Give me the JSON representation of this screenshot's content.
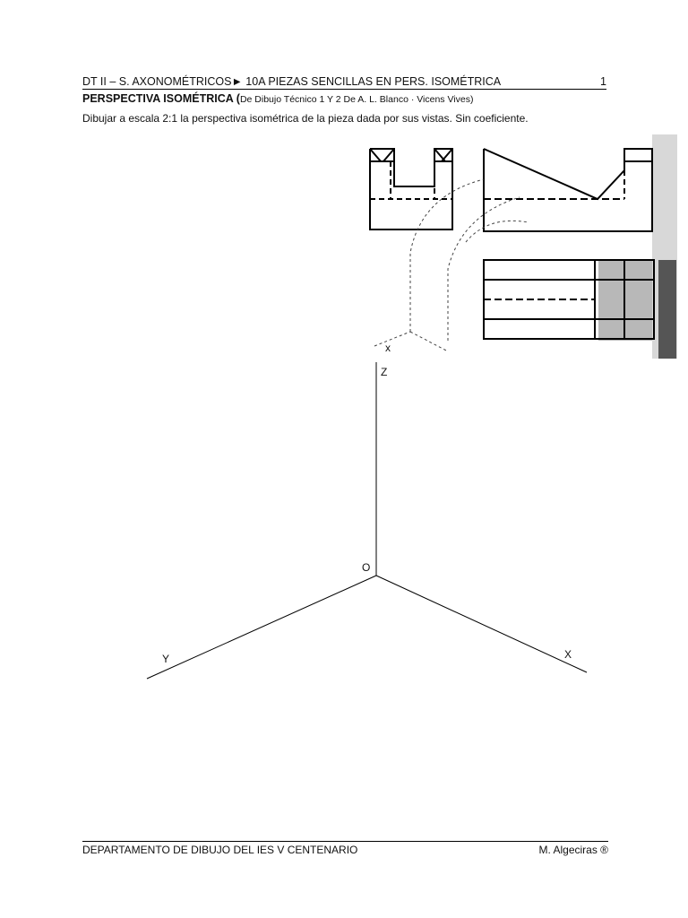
{
  "header": {
    "title": "DT II – S. AXONOMÉTRICOS► 10A PIEZAS SENCILLAS EN PERS. ISOMÉTRICA",
    "page_number": "1"
  },
  "subtitle": {
    "heading": "PERSPECTIVA ISOMÉTRICA (",
    "source": "De Dibujo Técnico 1 Y 2 De A. L. Blanco · Vicens Vives)"
  },
  "instruction": "Dibujar a escala 2:1 la perspectiva isométrica de la pieza dada por sus vistas. Sin coeficiente.",
  "axes": {
    "z_label": "Z",
    "origin_label": "O",
    "x_label": "X",
    "y_label": "Y"
  },
  "footer": {
    "department": "DEPARTAMENTO DE DIBUJO DEL IES V CENTENARIO",
    "author": "M. Algeciras ®"
  }
}
